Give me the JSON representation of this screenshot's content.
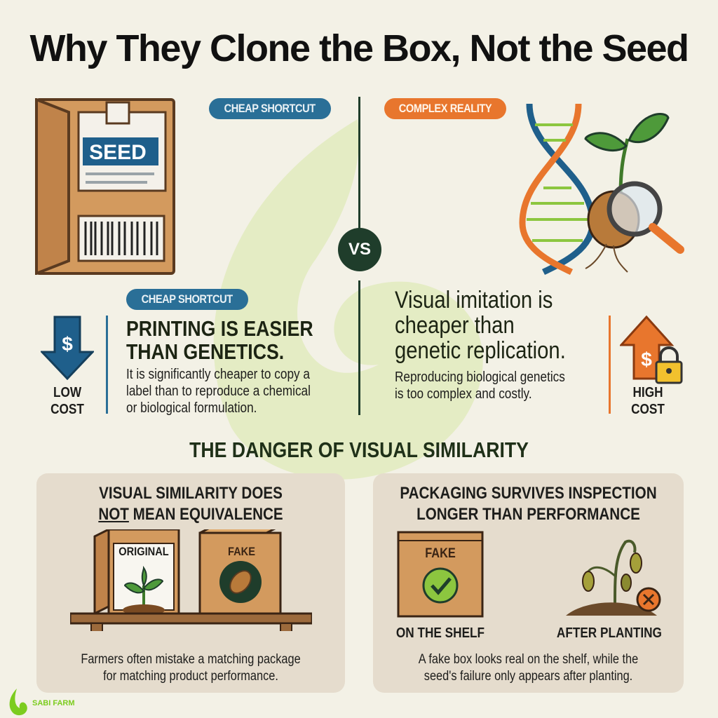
{
  "title": "Why They Clone the Box, Not the Seed",
  "top": {
    "left_badge": "CHEAP SHORTCUT",
    "right_badge": "COMPLEX REALITY",
    "vs": "VS",
    "seed_box_label": "SEED"
  },
  "left": {
    "badge": "CHEAP SHORTCUT",
    "heading_line1": "PRINTING IS EASIER",
    "heading_line2": "THAN GENETICS.",
    "body_lines": [
      "It is significantly cheaper to copy a",
      "label than to reproduce a chemical",
      "or biological formulation."
    ],
    "cost_line1": "LOW",
    "cost_line2": "COST"
  },
  "right": {
    "heading_lines": [
      "Visual imitation is",
      "cheaper than",
      "genetic replication."
    ],
    "body_lines": [
      "Reproducing biological genetics",
      "is too complex and costly."
    ],
    "cost_line1": "HIGH",
    "cost_line2": "COST"
  },
  "danger": {
    "title": "THE DANGER OF VISUAL SIMILARITY",
    "left_panel": {
      "heading_line1": "VISUAL SIMILARITY DOES",
      "heading_not": "NOT",
      "heading_line2_rest": " MEAN EQUIVALENCE",
      "original_label": "ORIGINAL",
      "fake_label": "FAKE",
      "caption_lines": [
        "Farmers often mistake a matching package",
        "for matching product performance."
      ]
    },
    "right_panel": {
      "heading_line1": "PACKAGING SURVIVES INSPECTION",
      "heading_line2": "LONGER THAN PERFORMANCE",
      "fake_label": "FAKE",
      "shelf_label": "ON THE SHELF",
      "planting_label": "AFTER PLANTING",
      "caption_lines": [
        "A fake box looks real on the shelf, while the",
        "seed's failure only appears after planting."
      ]
    }
  },
  "logo": "SABI FARM",
  "colors": {
    "blue": "#1f5f8b",
    "orange": "#e8762d",
    "green": "#8cc63f",
    "dark_green": "#1f3d2b"
  }
}
